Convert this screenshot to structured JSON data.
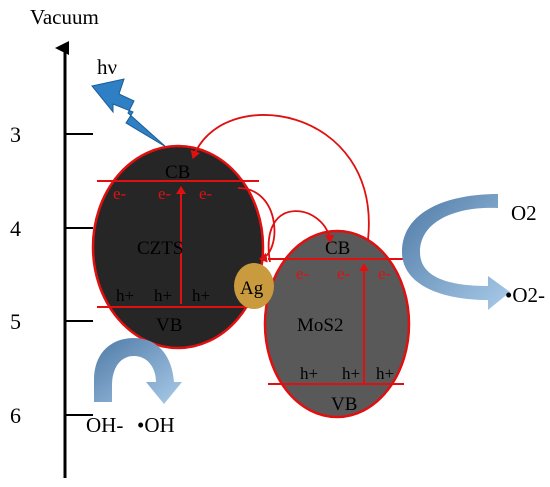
{
  "axis": {
    "title": "Vacuum",
    "ticks": [
      "3",
      "4",
      "5",
      "6"
    ]
  },
  "light": {
    "label": "hν"
  },
  "czts": {
    "name": "CZTS",
    "cb": "CB",
    "vb": "VB",
    "electrons": [
      "e-",
      "e-",
      "e-"
    ],
    "holes": [
      "h+",
      "h+",
      "h+"
    ]
  },
  "ag": {
    "label": "Ag"
  },
  "mos2": {
    "name": "MoS2",
    "cb": "CB",
    "vb": "VB",
    "electrons": [
      "e-",
      "e-",
      "e-"
    ],
    "holes": [
      "h+",
      "h+",
      "h+"
    ]
  },
  "reactions": {
    "oxygen": {
      "reactant": "O2",
      "product": "•O2-"
    },
    "hydroxyl": {
      "reactant": "OH-",
      "product": "•OH"
    }
  },
  "colors": {
    "czts_fill": "#262626",
    "mos2_fill": "#595959",
    "outline": "#e01010",
    "transfer": "#e01010",
    "ag_fill": "#c99a3e",
    "bolt": "#2e7fc4",
    "reaction_dark": "#5b86b2",
    "reaction_light": "#a9c8e8"
  }
}
